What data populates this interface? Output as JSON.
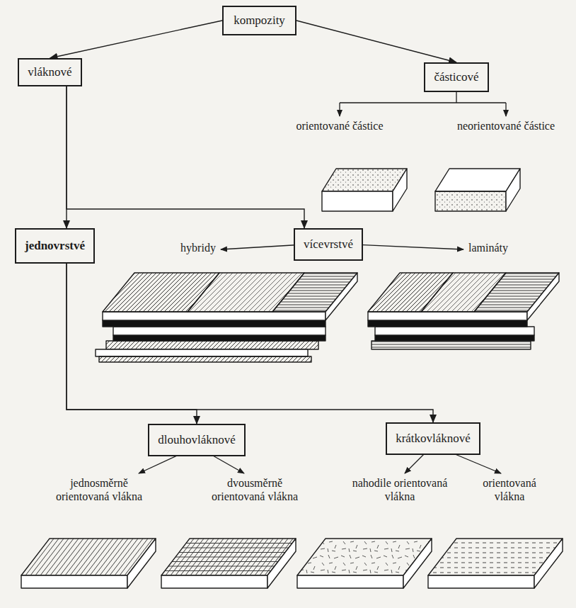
{
  "diagram": {
    "nodes": [
      {
        "text": [
          "kompozity"
        ]
      },
      {
        "text": [
          "vláknové"
        ]
      },
      {
        "text": [
          "částicové"
        ]
      },
      {
        "text": [
          "jednovrstvé"
        ]
      },
      {
        "text": [
          "vícevrstvé"
        ]
      },
      {
        "text": [
          "dlouhovláknové"
        ]
      },
      {
        "text": [
          "krátkovláknové"
        ]
      }
    ],
    "edges": [
      {
        "from": 0,
        "to": 1,
        "arrow": "to"
      },
      {
        "from": 0,
        "to": 2,
        "arrow": "to"
      },
      {
        "from": 1,
        "to": 3,
        "arrow": "to"
      },
      {
        "from": 1,
        "to": 4,
        "arrow": "to"
      },
      {
        "from": 3,
        "to": 5,
        "arrow": "to"
      },
      {
        "from": 3,
        "to": 6,
        "arrow": "to"
      }
    ],
    "labels": [
      "orientované částice",
      "neorientované částice",
      "hybridy",
      "lamináty",
      "jednosměrně orientovaná vlákna",
      "dvousměrně orientovaná vlákna",
      "nahodile orientovaná vlákna",
      "orientovaná vlákna"
    ]
  }
}
